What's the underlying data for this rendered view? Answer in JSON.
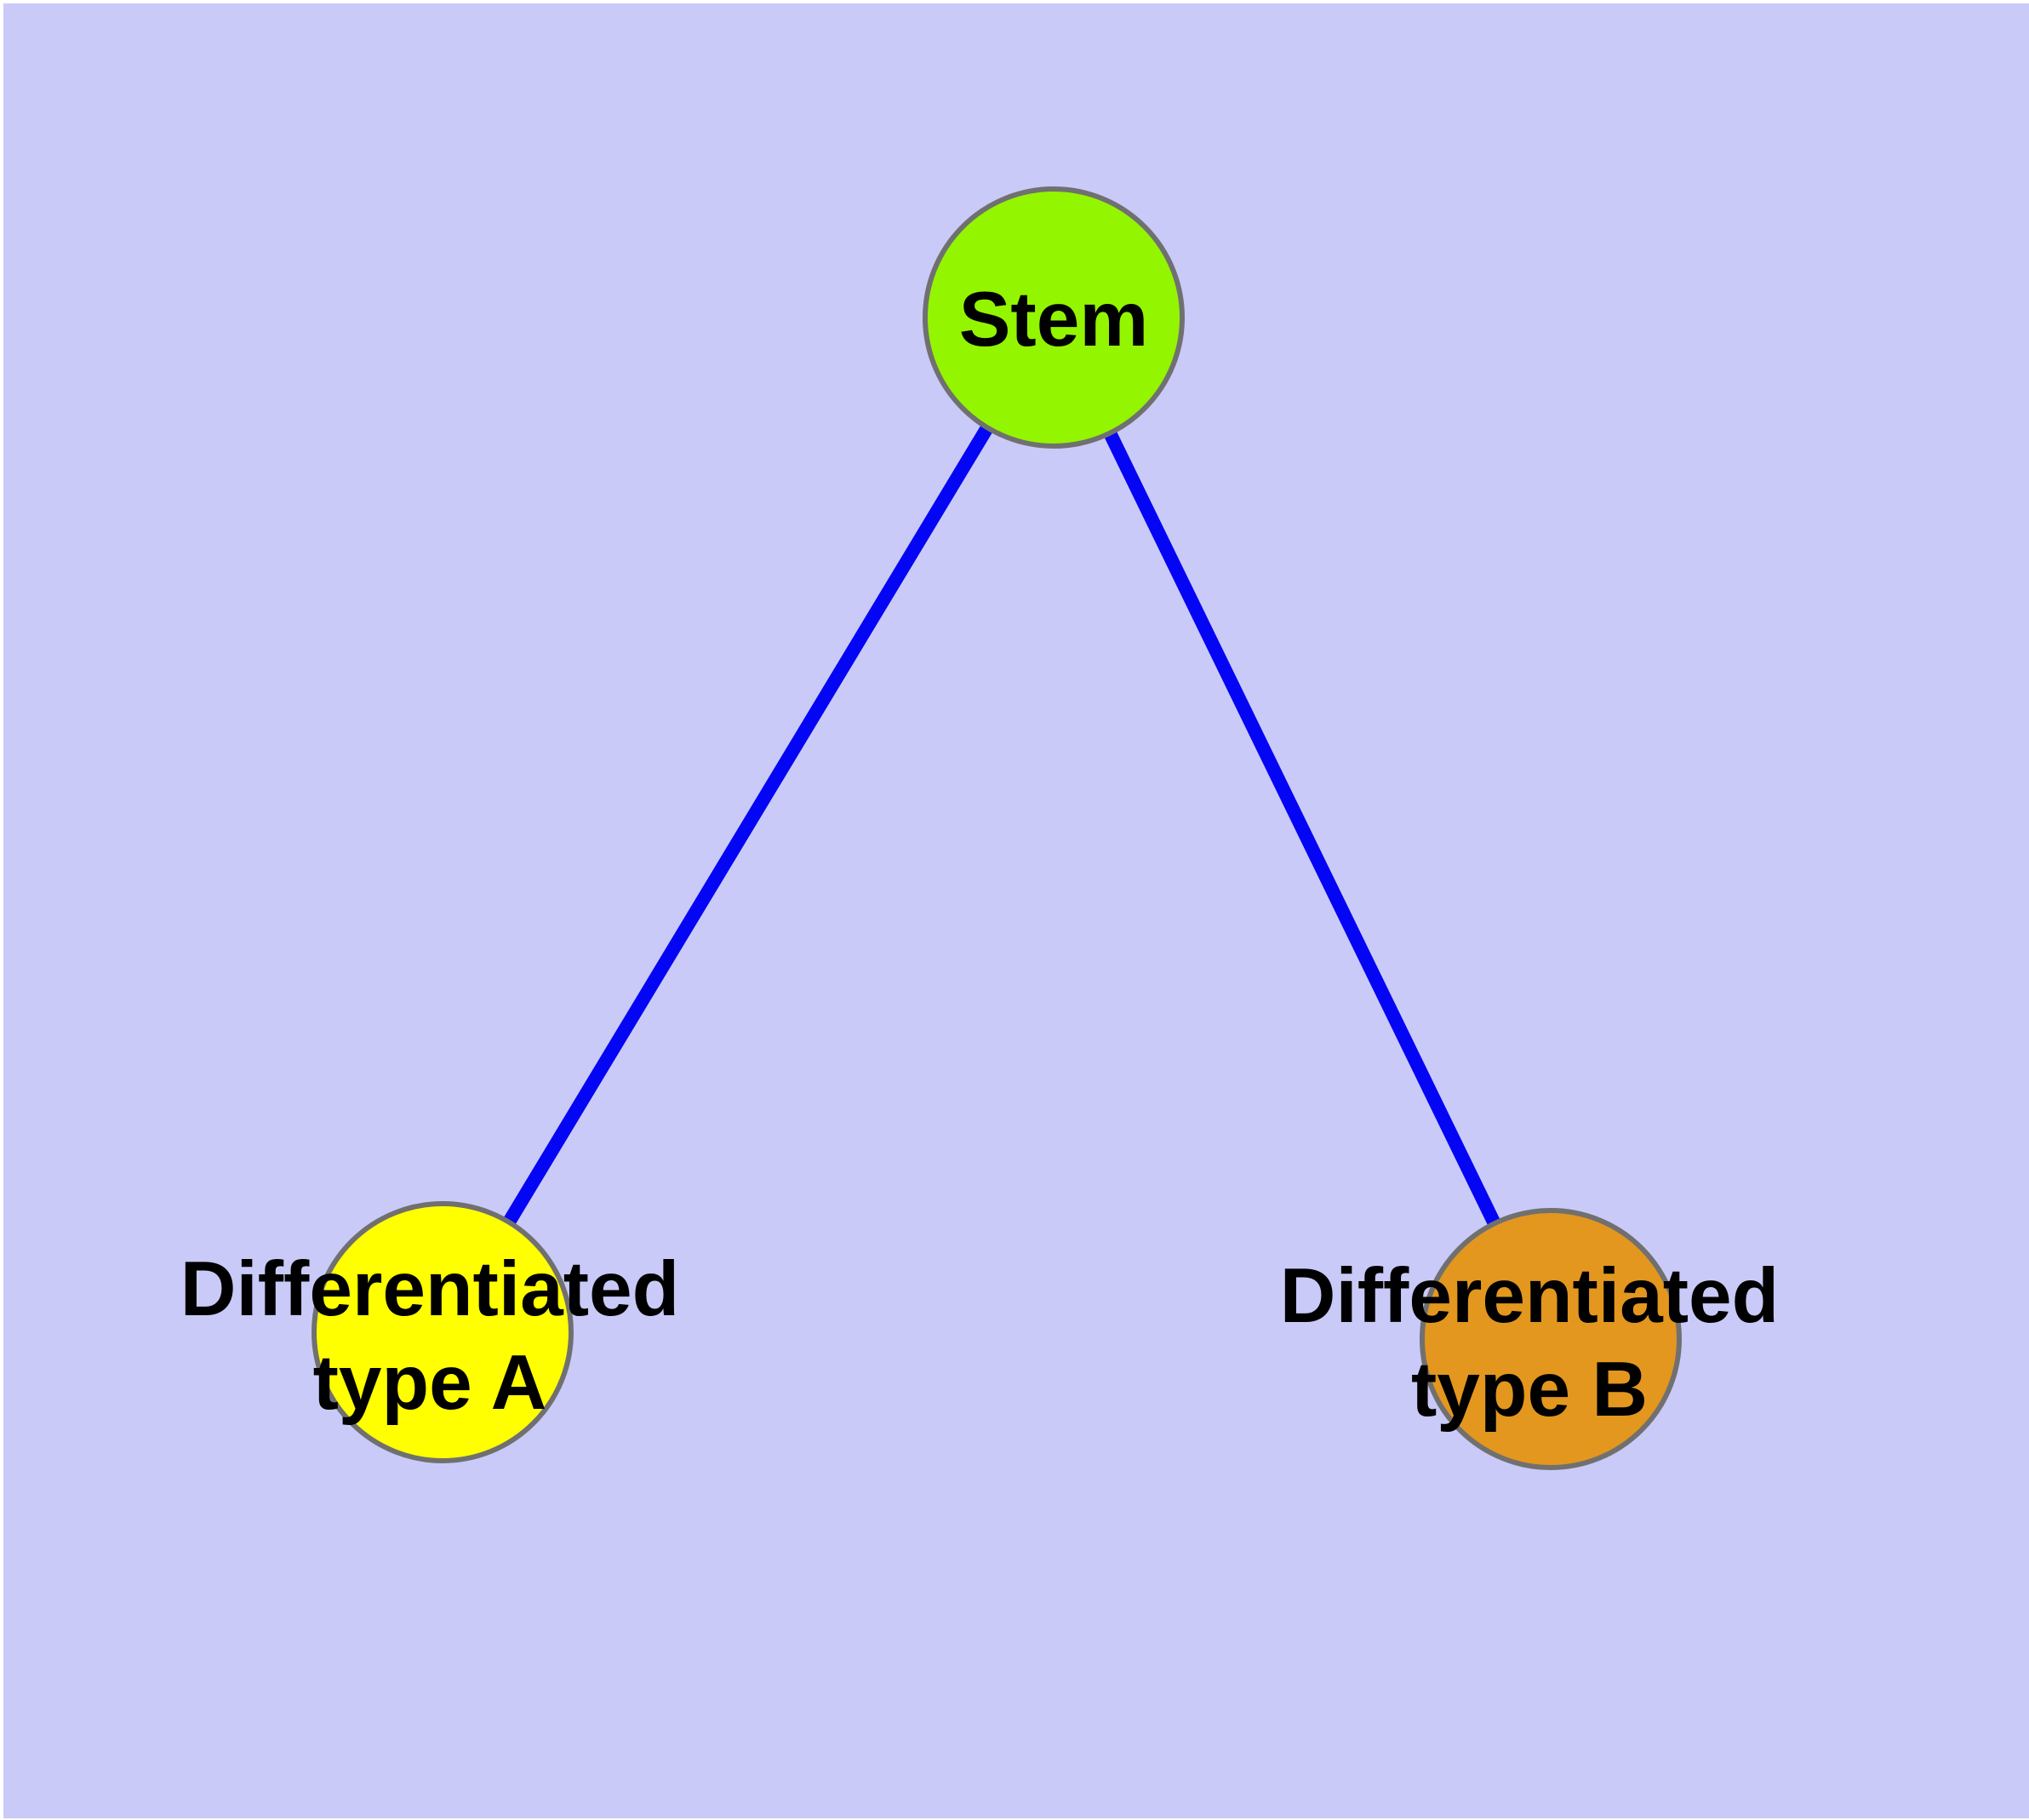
{
  "diagram": {
    "background_color": "#cacaf8",
    "margin_color": "#ffffff",
    "edge_color": "#0505f5",
    "node_border_color": "#707070",
    "text_color": "#000000",
    "nodes": [
      {
        "id": "stem",
        "label": "Stem",
        "fill": "#94f500"
      },
      {
        "id": "differentiated-type-a",
        "label": "Differentiated type A",
        "label_lines": [
          "Differentiated",
          "type A"
        ],
        "fill": "#ffff00"
      },
      {
        "id": "differentiated-type-b",
        "label": "Differentiated type B",
        "label_lines": [
          "Differentiated",
          "type B"
        ],
        "fill": "#e3971e"
      }
    ],
    "edges": [
      {
        "from": "Stem",
        "to": "Differentiated type A"
      },
      {
        "from": "Stem",
        "to": "Differentiated type B"
      }
    ]
  }
}
